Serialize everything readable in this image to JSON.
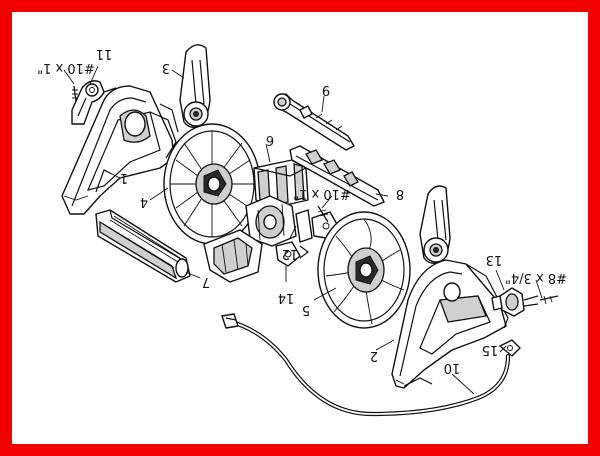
{
  "diagram": {
    "labels": {
      "screw_10x1_left": "#10 x 1\"",
      "screw_10x1_mid": "#10 x 1\"",
      "screw_8x34": "#8 x 3/4\"",
      "p1": "1",
      "p2": "2",
      "p3": "3",
      "p4": "4",
      "p5": "5",
      "p6": "6",
      "p7": "7",
      "p8": "8",
      "p9": "9",
      "p10": "10",
      "p11": "11",
      "p12": "12",
      "p13": "13",
      "p14": "14",
      "p15": "15"
    }
  }
}
